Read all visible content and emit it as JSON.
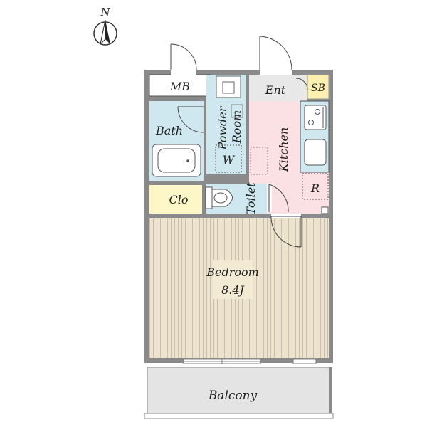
{
  "compass": {
    "letter": "N",
    "icon": "north-arrow-icon"
  },
  "rooms": {
    "mb": "MB",
    "ent": "Ent",
    "sb": "SB",
    "bath": "Bath",
    "powder_room_line1": "Powder",
    "powder_room_line2": "Room",
    "washer": "W",
    "kitchen": "Kitchen",
    "fridge": "R",
    "closet": "Clo",
    "toilet": "Toilet",
    "bedroom": "Bedroom",
    "bedroom_size": "8.4J",
    "balcony": "Balcony"
  },
  "colors": {
    "wall": "#8a8a8a",
    "bath": "#cfe8f0",
    "kitchen": "#fbe0e4",
    "closet": "#fdf7c8",
    "sb": "#fdf0b0",
    "entrance": "#e8e8e8",
    "balcony": "#e4e4e4",
    "bedroom_floor": "#ece3d0",
    "bedroom_stripe": "#cdbf9f",
    "label_box": "#f3ead3"
  }
}
